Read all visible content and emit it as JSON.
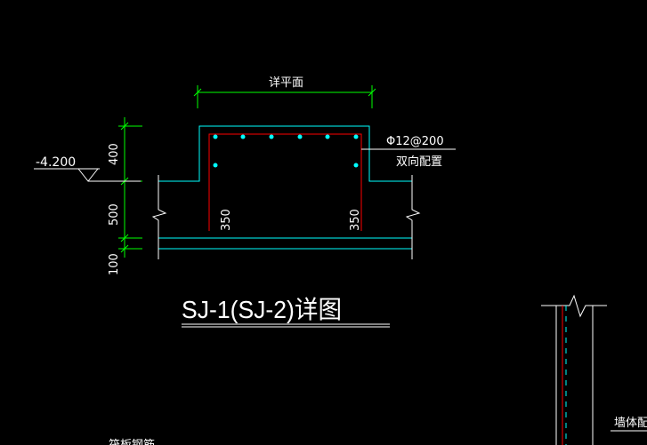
{
  "drawing": {
    "plan_ref": "详平面",
    "level": "-4.200",
    "rebar_spec": "Φ12@200",
    "rebar_note": "双向配置",
    "dims_vertical": {
      "top": "400",
      "middle": "500",
      "bottom": "100"
    },
    "dims_inner": {
      "left": "350",
      "right": "350"
    },
    "detail_title": "SJ-1(SJ-2)详图",
    "bottom_partial_label": "筏板钢筋",
    "right_partial_label": "墙体配筋"
  },
  "colors": {
    "background": "#000000",
    "outline": "#00ffff",
    "rebar": "#ff0000",
    "dimension": "#00ff00",
    "text": "#ffffff",
    "rebar_dot": "#00ffff"
  }
}
